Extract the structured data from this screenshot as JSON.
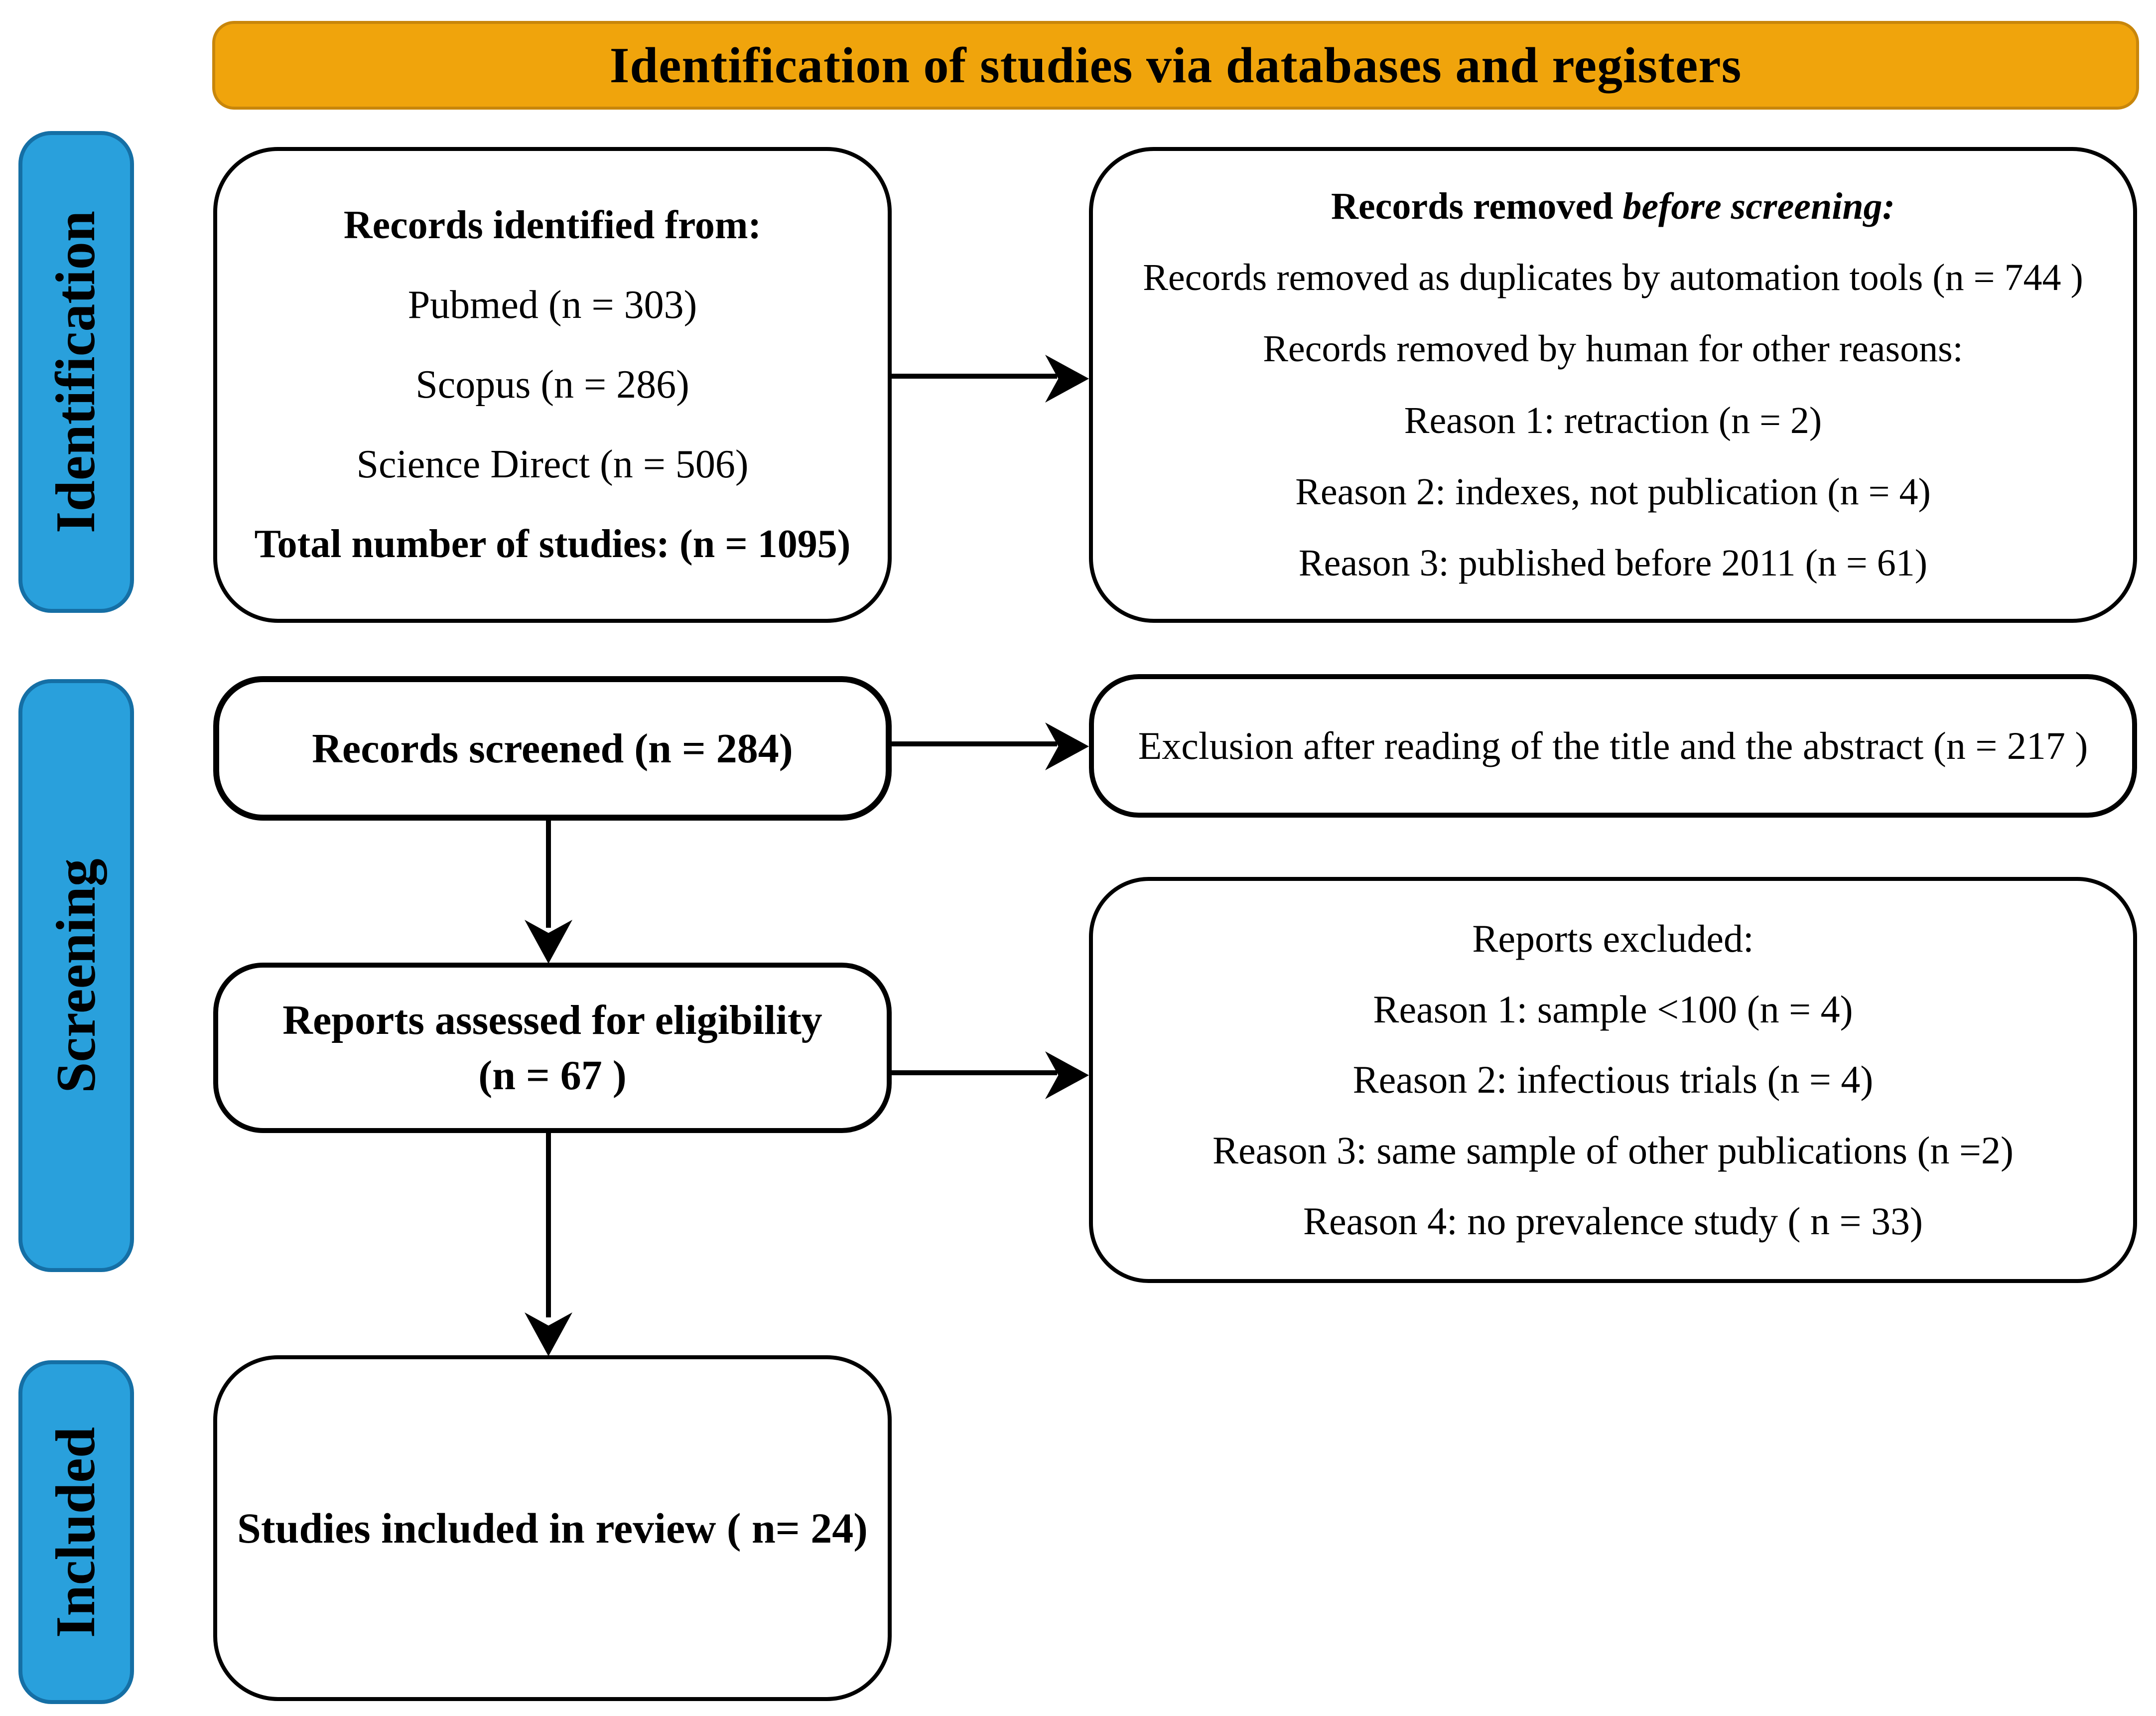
{
  "header": {
    "title": "Identification of studies via databases and registers"
  },
  "sidebar": {
    "identification": "Identification",
    "screening": "Screening",
    "included": "Included"
  },
  "colors": {
    "header_bg": "#F0A40C",
    "header_border": "#C8860B",
    "sidebar_bg": "#29A0DC",
    "sidebar_border": "#156FA5",
    "box_border": "#000000",
    "box_bg": "#FFFFFF"
  },
  "boxes": {
    "records_identified": {
      "title": "Records identified from:",
      "lines": [
        "Pubmed (n = 303)",
        "Scopus (n = 286)",
        "Science Direct (n = 506)"
      ],
      "total": "Total number of studies: (n = 1095)"
    },
    "records_removed": {
      "title_normal": "Records removed ",
      "title_italic": "before screening:",
      "lines": [
        "Records removed as duplicates by automation tools (n = 744 )",
        "Records removed by human for other reasons:",
        "Reason 1: retraction (n = 2)",
        "Reason 2:  indexes, not publication (n = 4)",
        "Reason 3:  published before 2011 (n = 61)"
      ]
    },
    "records_screened": {
      "label": "Records screened (n = 284)"
    },
    "exclusion": {
      "label": "Exclusion after reading of the title and the abstract (n = 217 )"
    },
    "reports_assessed": {
      "line1": "Reports assessed for eligibility",
      "line2": "(n = 67 )"
    },
    "reports_excluded": {
      "title": "Reports excluded:",
      "lines": [
        "Reason 1: sample <100 (n = 4)",
        "Reason 2:  infectious trials (n = 4)",
        "Reason 3: same sample of other publications (n =2)",
        "Reason 4: no prevalence study ( n = 33)"
      ]
    },
    "studies_included": {
      "label": "Studies included in review ( n= 24)"
    }
  }
}
